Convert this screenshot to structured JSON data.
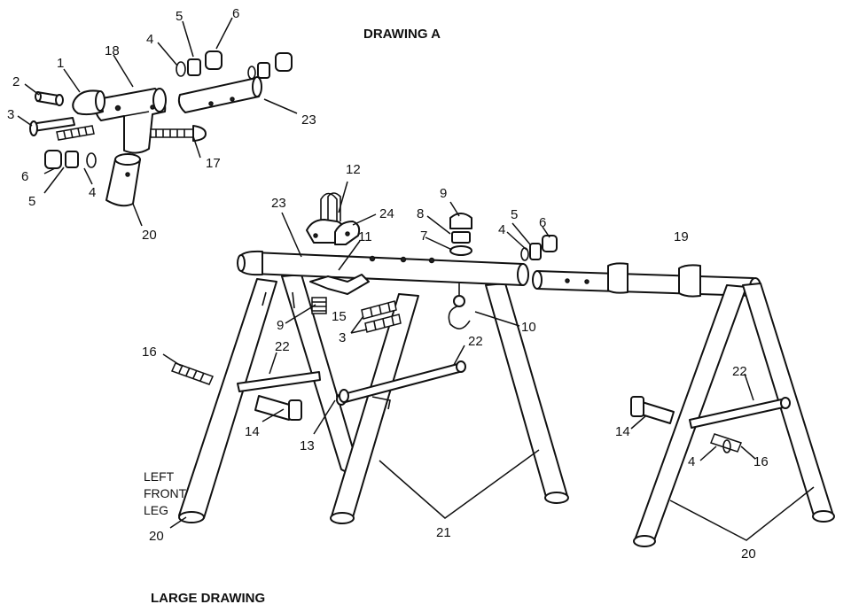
{
  "headings": {
    "drawing_a": "DRAWING A",
    "large_drawing": "LARGE DRAWING"
  },
  "leg_note": {
    "line1": "LEFT",
    "line2": "FRONT",
    "line3": "LEG"
  },
  "callouts": {
    "a_1": "1",
    "a_2": "2",
    "a_3": "3",
    "a_4_top": "4",
    "a_5_top": "5",
    "a_6_top": "6",
    "a_18": "18",
    "a_23": "23",
    "a_17": "17",
    "a_6_bottom": "6",
    "a_5_bottom": "5",
    "a_4_bottom": "4",
    "a_20": "20",
    "l_12": "12",
    "l_23": "23",
    "l_24": "24",
    "l_11": "11",
    "l_9_top": "9",
    "l_8": "8",
    "l_7": "7",
    "l_5": "5",
    "l_4_top": "4",
    "l_6": "6",
    "l_19": "19",
    "l_9_left": "9",
    "l_15": "15",
    "l_3": "3",
    "l_10": "10",
    "l_16_left": "16",
    "l_22_left": "22",
    "l_22_mid": "22",
    "l_14_left": "14",
    "l_13": "13",
    "l_20_left": "20",
    "l_21": "21",
    "l_22_right": "22",
    "l_14_right": "14",
    "l_4_right": "4",
    "l_16_right": "16",
    "l_20_right": "20"
  }
}
